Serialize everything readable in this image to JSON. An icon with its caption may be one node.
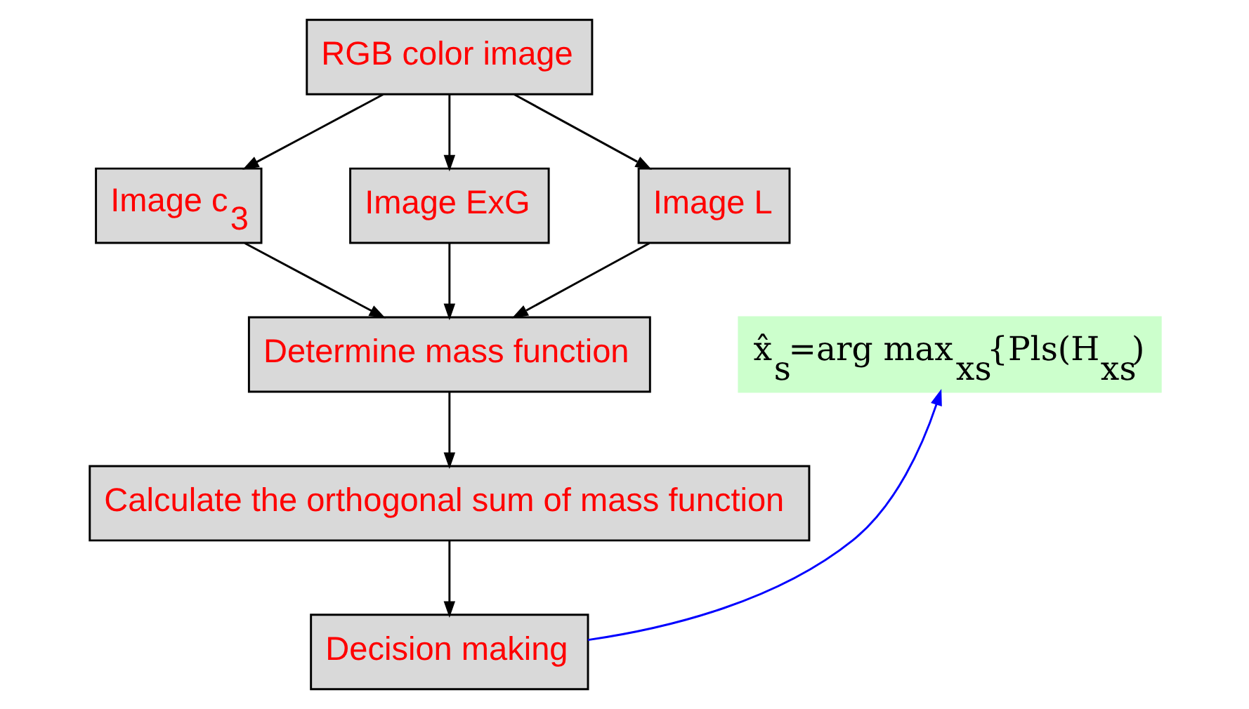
{
  "diagram": {
    "nodes": [
      {
        "text": [
          "RGB color image"
        ]
      },
      {
        "text": [
          "Image c$_{3}$"
        ]
      },
      {
        "text": [
          "Image ExG"
        ]
      },
      {
        "text": [
          "Image L"
        ]
      },
      {
        "text": [
          "Determine mass function"
        ]
      },
      {
        "text": [
          "x̂$_{s}$=arg max$_{xs}${Pls(H$_{xs}$)"
        ]
      },
      {
        "text": [
          "Calculate the orthogonal sum of mass function"
        ]
      },
      {
        "text": [
          "Decision making"
        ]
      }
    ],
    "edges": [
      {
        "from": 0,
        "to": 1,
        "arrow": "to"
      },
      {
        "from": 0,
        "to": 2,
        "arrow": "to"
      },
      {
        "from": 0,
        "to": 3,
        "arrow": "to"
      },
      {
        "from": 1,
        "to": 4,
        "arrow": "to"
      },
      {
        "from": 2,
        "to": 4,
        "arrow": "to"
      },
      {
        "from": 3,
        "to": 4,
        "arrow": "to"
      },
      {
        "from": 4,
        "to": 6,
        "arrow": "to"
      },
      {
        "from": 6,
        "to": 7,
        "arrow": "to"
      },
      {
        "from": 7,
        "to": 5,
        "arrow": "to",
        "color": "#0000ff"
      }
    ]
  }
}
